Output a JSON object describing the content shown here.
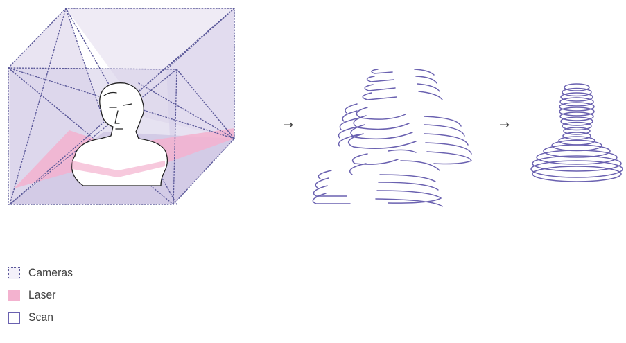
{
  "legend": [
    {
      "id": "cameras",
      "label": "Cameras"
    },
    {
      "id": "laser",
      "label": "Laser"
    },
    {
      "id": "scan",
      "label": "Scan"
    }
  ],
  "arrows": [
    "→",
    "→"
  ],
  "colors": {
    "cameras": "#5c5a9a",
    "laser": "#f3b2cf",
    "scan": "#6a61b0",
    "fill_light": "#e6e0f0",
    "fill_mid": "#cfc7e3",
    "outline": "#222222"
  },
  "icons": {
    "head": "head-bust-icon",
    "arrow": "right-arrow-icon"
  }
}
